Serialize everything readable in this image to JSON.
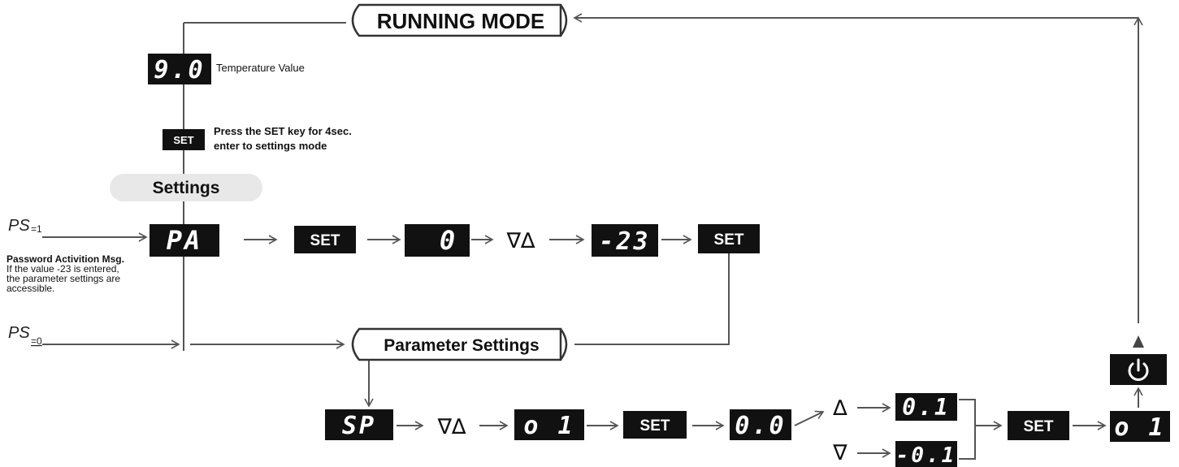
{
  "running_mode": {
    "title": "RUNNING MODE"
  },
  "temperature": {
    "display": "9.0",
    "label": "Temperature Value"
  },
  "set_key_info": {
    "key": "SET",
    "line1": "Press the SET key for 4sec.",
    "line2": "enter to settings mode"
  },
  "settings": {
    "label": "Settings"
  },
  "password_flow": {
    "ps1_label": "PS",
    "ps1_value": "=1",
    "pa_display": "PA",
    "set_key_1": "SET",
    "zero_display": "0",
    "arrows_symbol": "∇∆",
    "code_display": "-23",
    "set_key_2": "SET",
    "note_title": "Password Activition Msg.",
    "note_lines": [
      "If the value -23 is entered,",
      "the parameter settings are",
      "accessible."
    ]
  },
  "ps0": {
    "label": "PS",
    "value": "=0"
  },
  "parameter_settings": {
    "title": "Parameter Settings"
  },
  "param_flow": {
    "sp_display": "SP",
    "arrows_symbol": "∇∆",
    "o1_display": "o 1",
    "set_key_1": "SET",
    "value_display": "0.0",
    "up_symbol": "∆",
    "up_display": "0.1",
    "down_symbol": "∇",
    "down_display": "-0.1",
    "set_key_2": "SET",
    "final_display": "o 1"
  },
  "power": {
    "icon": "power-icon"
  },
  "colors": {
    "display_bg": "#111111",
    "line": "#555555",
    "pill_bg": "#e8e8e8"
  }
}
